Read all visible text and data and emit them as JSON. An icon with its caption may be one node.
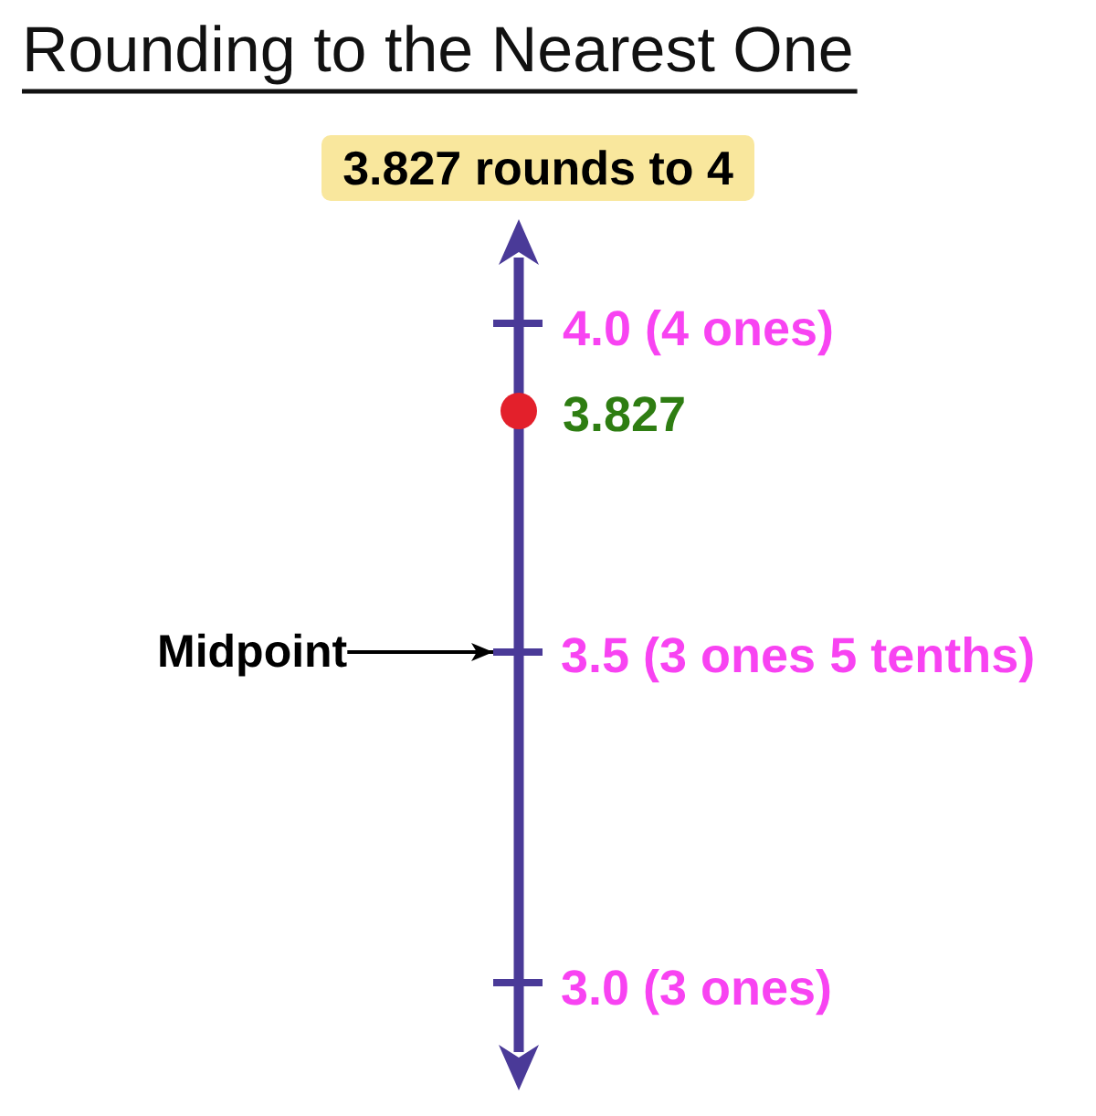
{
  "diagram": {
    "title": "Rounding to the Nearest One",
    "nodes": [
      {
        "text": [
          "3.827 rounds to 4"
        ]
      },
      {
        "text": [
          "Midpoint"
        ]
      },
      {
        "text": [],
        "shape": "tick"
      }
    ],
    "edges": [
      {
        "from": 1,
        "to": 2,
        "arrow": "to"
      }
    ],
    "labels": [
      "4.0 (4 ones)",
      "3.827",
      "3.5 (3 ones 5 tenths)",
      "3.0 (3 ones)"
    ]
  }
}
